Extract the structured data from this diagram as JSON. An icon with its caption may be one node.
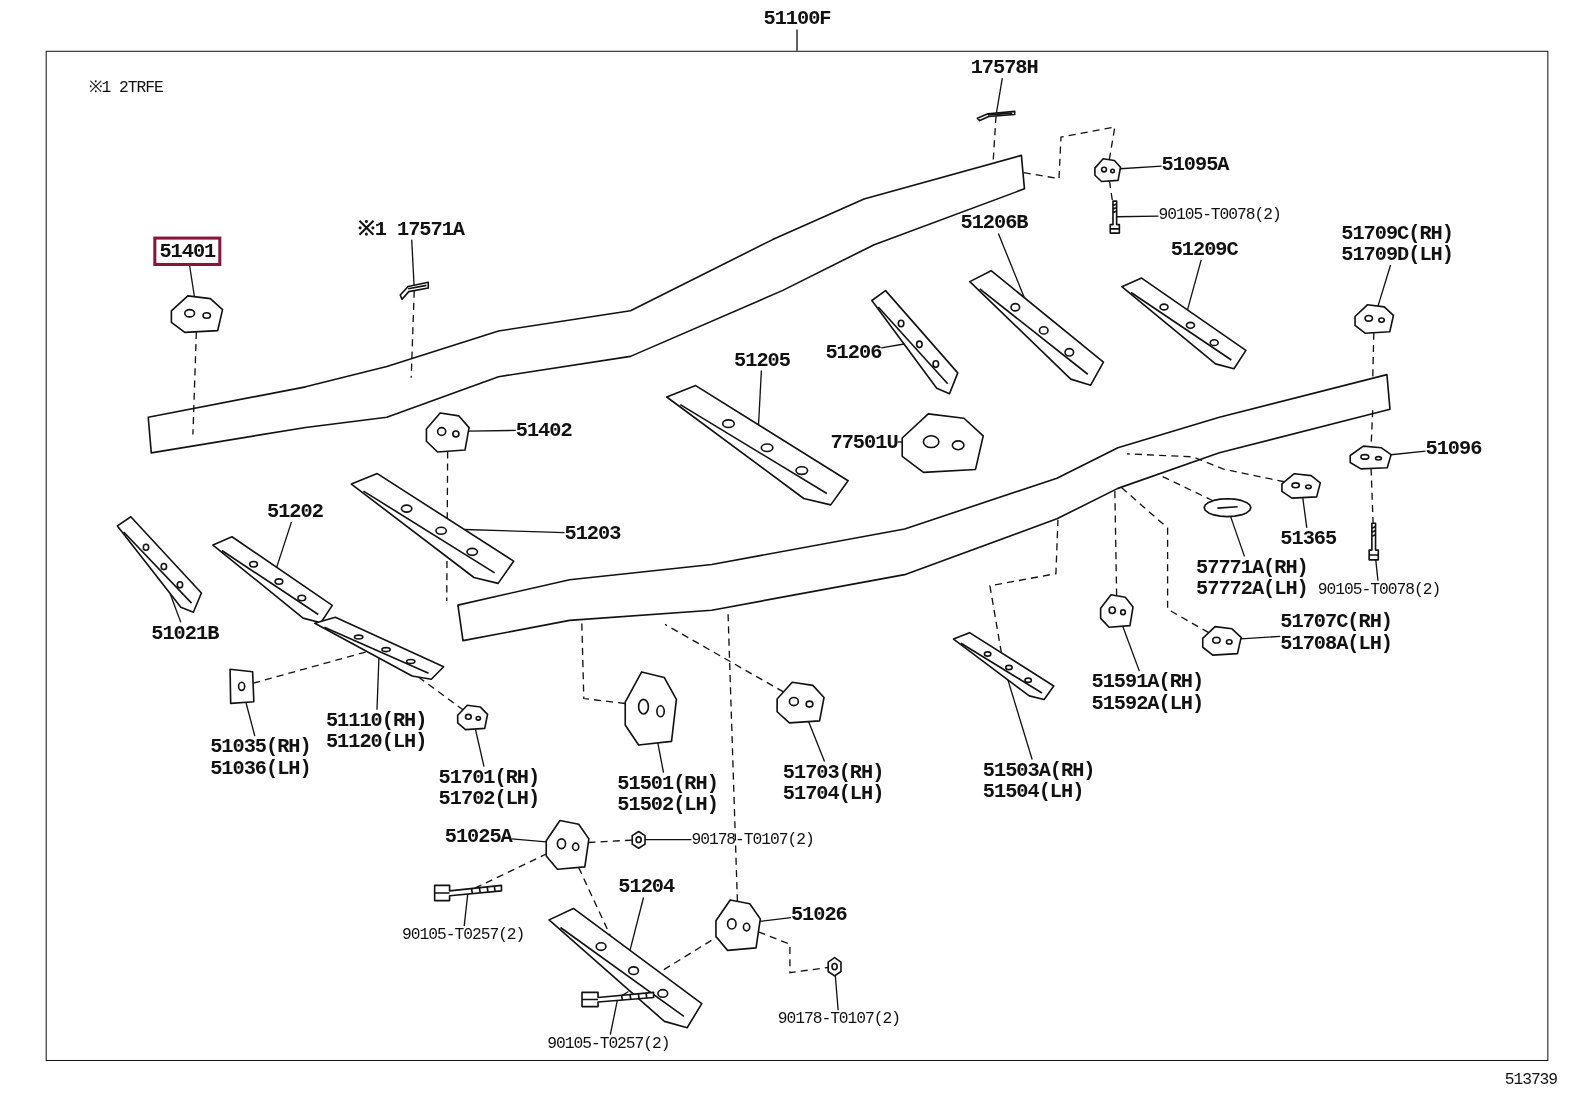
{
  "diagram": {
    "nodes": [
      {
        "text": [
          "51100F"
        ]
      },
      {
        "text": [],
        "shape": "box"
      },
      {
        "text": [
          "17578H"
        ],
        "in": 1
      },
      {
        "text": [],
        "shape": "picture",
        "in": 1
      },
      {
        "text": [
          "51095A"
        ],
        "in": 1
      },
      {
        "text": [],
        "shape": "picture",
        "in": 1
      },
      {
        "text": [
          "90105-T0078(2)"
        ],
        "in": 1
      },
      {
        "text": [],
        "shape": "picture",
        "in": 1
      },
      {
        "text": [
          "51206B"
        ],
        "in": 1
      },
      {
        "text": [],
        "shape": "picture",
        "in": 1
      },
      {
        "text": [
          "51209C"
        ],
        "in": 1
      },
      {
        "text": [],
        "shape": "picture",
        "in": 1
      },
      {
        "text": [
          "51709C(RH) 51709D(LH)"
        ],
        "in": 1
      },
      {
        "text": [],
        "shape": "picture",
        "in": 1
      },
      {
        "text": [
          "※1 17571A"
        ],
        "in": 1
      },
      {
        "text": [],
        "shape": "picture",
        "in": 1
      },
      {
        "text": [
          "51401"
        ],
        "in": 1
      },
      {
        "text": [],
        "shape": "picture",
        "in": 1
      },
      {
        "text": [
          "51205"
        ],
        "in": 1
      },
      {
        "text": [],
        "shape": "picture",
        "in": 1
      },
      {
        "text": [
          "51206"
        ],
        "in": 1
      },
      {
        "text": [],
        "shape": "picture",
        "in": 1
      },
      {
        "text": [
          "77501U"
        ],
        "in": 1
      },
      {
        "text": [],
        "shape": "picture",
        "in": 1
      },
      {
        "text": [
          "51402"
        ],
        "in": 1
      },
      {
        "text": [],
        "shape": "picture",
        "in": 1
      },
      {
        "text": [
          "51096"
        ],
        "in": 1
      },
      {
        "text": [],
        "shape": "picture",
        "in": 1
      },
      {
        "text": [
          "51202"
        ],
        "in": 1
      },
      {
        "text": [],
        "shape": "picture",
        "in": 1
      },
      {
        "text": [
          "51203"
        ],
        "in": 1
      },
      {
        "text": [],
        "shape": "picture",
        "in": 1
      },
      {
        "text": [
          "51021B"
        ],
        "in": 1
      },
      {
        "text": [],
        "shape": "picture",
        "in": 1
      },
      {
        "text": [
          "51365"
        ],
        "in": 1
      },
      {
        "text": [],
        "shape": "picture",
        "in": 1
      },
      {
        "text": [
          "57771A(RH) 57772A(LH)"
        ],
        "in": 1
      },
      {
        "text": [],
        "shape": "picture",
        "in": 1
      },
      {
        "text": [
          "90105-T0078(2)"
        ],
        "in": 1
      },
      {
        "text": [],
        "shape": "picture",
        "in": 1
      },
      {
        "text": [
          "51707C(RH) 51708A(LH)"
        ],
        "in": 1
      },
      {
        "text": [],
        "shape": "picture",
        "in": 1
      },
      {
        "text": [
          "51591A(RH) 51592A(LH)"
        ],
        "in": 1
      },
      {
        "text": [],
        "shape": "picture",
        "in": 1
      },
      {
        "text": [
          "51035(RH) 51036(LH)"
        ],
        "in": 1
      },
      {
        "text": [],
        "shape": "picture",
        "in": 1
      },
      {
        "text": [
          "51110(RH) 51120(LH)"
        ],
        "in": 1
      },
      {
        "text": [],
        "shape": "picture",
        "in": 1
      },
      {
        "text": [
          "51701(RH) 51702(LH)"
        ],
        "in": 1
      },
      {
        "text": [],
        "shape": "picture",
        "in": 1
      },
      {
        "text": [
          "51501(RH) 51502(LH)"
        ],
        "in": 1
      },
      {
        "text": [],
        "shape": "picture",
        "in": 1
      },
      {
        "text": [
          "51703(RH) 51704(LH)"
        ],
        "in": 1
      },
      {
        "text": [],
        "shape": "picture",
        "in": 1
      },
      {
        "text": [
          "51503A(RH) 51504(LH)"
        ],
        "in": 1
      },
      {
        "text": [],
        "shape": "picture",
        "in": 1
      },
      {
        "text": [
          "51025A"
        ],
        "in": 1
      },
      {
        "text": [],
        "shape": "picture",
        "in": 1
      },
      {
        "text": [
          "90178-T0107(2)"
        ],
        "in": 1
      },
      {
        "text": [],
        "shape": "picture",
        "in": 1
      },
      {
        "text": [
          "51204"
        ],
        "in": 1
      },
      {
        "text": [],
        "shape": "picture",
        "in": 1
      },
      {
        "text": [
          "51026"
        ],
        "in": 1
      },
      {
        "text": [],
        "shape": "picture",
        "in": 1
      },
      {
        "text": [
          "90105-T0257(2)"
        ],
        "in": 1
      },
      {
        "text": [],
        "shape": "picture",
        "in": 1
      },
      {
        "text": [
          "90178-T0107(2)"
        ],
        "in": 1
      },
      {
        "text": [],
        "shape": "picture",
        "in": 1
      },
      {
        "text": [
          "90105-T0257(2)"
        ],
        "in": 1
      },
      {
        "text": [],
        "shape": "picture",
        "in": 1
      }
    ],
    "edges": [
      {
        "from": 0,
        "to": 1,
        "arrow": "none"
      },
      {
        "from": 2,
        "to": 3,
        "arrow": "none"
      },
      {
        "from": 4,
        "to": 5,
        "arrow": "none"
      },
      {
        "from": 6,
        "to": 7,
        "arrow": "none"
      },
      {
        "from": 8,
        "to": 9,
        "arrow": "none"
      },
      {
        "from": 10,
        "to": 11,
        "arrow": "none"
      },
      {
        "from": 12,
        "to": 13,
        "arrow": "none"
      },
      {
        "from": 14,
        "to": 15,
        "arrow": "none"
      },
      {
        "from": 16,
        "to": 17,
        "arrow": "none"
      },
      {
        "from": 18,
        "to": 19,
        "arrow": "none"
      },
      {
        "from": 20,
        "to": 21,
        "arrow": "none"
      },
      {
        "from": 22,
        "to": 23,
        "arrow": "none"
      },
      {
        "from": 24,
        "to": 25,
        "arrow": "none"
      },
      {
        "from": 26,
        "to": 27,
        "arrow": "none"
      },
      {
        "from": 28,
        "to": 29,
        "arrow": "none"
      },
      {
        "from": 30,
        "to": 31,
        "arrow": "none"
      },
      {
        "from": 32,
        "to": 33,
        "arrow": "none"
      },
      {
        "from": 34,
        "to": 35,
        "arrow": "none"
      },
      {
        "from": 36,
        "to": 37,
        "arrow": "none"
      },
      {
        "from": 38,
        "to": 39,
        "arrow": "none"
      },
      {
        "from": 40,
        "to": 41,
        "arrow": "none"
      },
      {
        "from": 42,
        "to": 43,
        "arrow": "none"
      },
      {
        "from": 44,
        "to": 45,
        "arrow": "none"
      },
      {
        "from": 46,
        "to": 47,
        "arrow": "none"
      },
      {
        "from": 48,
        "to": 49,
        "arrow": "none"
      },
      {
        "from": 50,
        "to": 51,
        "arrow": "none"
      },
      {
        "from": 52,
        "to": 53,
        "arrow": "none"
      },
      {
        "from": 54,
        "to": 55,
        "arrow": "none"
      },
      {
        "from": 56,
        "to": 57,
        "arrow": "none"
      },
      {
        "from": 58,
        "to": 59,
        "arrow": "none"
      },
      {
        "from": 60,
        "to": 61,
        "arrow": "none"
      },
      {
        "from": 62,
        "to": 63,
        "arrow": "none"
      },
      {
        "from": 64,
        "to": 65,
        "arrow": "none"
      },
      {
        "from": 66,
        "to": 67,
        "arrow": "none"
      },
      {
        "from": 68,
        "to": 69,
        "arrow": "none"
      },
      {
        "from": 3,
        "to": null,
        "arrow": "none",
        "style": "dashed"
      },
      {
        "from": 5,
        "to": null,
        "arrow": "none",
        "style": "dashed"
      },
      {
        "from": 5,
        "to": 7,
        "arrow": "none",
        "style": "dashed"
      },
      {
        "from": 15,
        "to": null,
        "arrow": "none",
        "style": "dashed"
      },
      {
        "from": 17,
        "to": null,
        "arrow": "none",
        "style": "dashed"
      },
      {
        "from": 25,
        "to": null,
        "arrow": "none",
        "style": "dashed"
      },
      {
        "from": 13,
        "to": null,
        "arrow": "none",
        "style": "dashed"
      },
      {
        "from": null,
        "to": 27,
        "arrow": "none",
        "style": "dashed"
      },
      {
        "from": 27,
        "to": 39,
        "arrow": "none",
        "style": "dashed"
      },
      {
        "from": 35,
        "to": null,
        "arrow": "none",
        "style": "dashed"
      },
      {
        "from": 37,
        "to": null,
        "arrow": "none",
        "style": "dashed"
      },
      {
        "from": 41,
        "to": null,
        "arrow": "none",
        "style": "dashed"
      },
      {
        "from": 43,
        "to": null,
        "arrow": "none",
        "style": "dashed"
      },
      {
        "from": 55,
        "to": null,
        "arrow": "none",
        "style": "dashed"
      },
      {
        "from": 51,
        "to": null,
        "arrow": "none",
        "style": "dashed"
      },
      {
        "from": 53,
        "to": null,
        "arrow": "none",
        "style": "dashed"
      },
      {
        "from": 63,
        "to": null,
        "arrow": "none",
        "style": "dashed"
      },
      {
        "from": 45,
        "to": 47,
        "arrow": "none",
        "style": "dashed"
      },
      {
        "from": 47,
        "to": 49,
        "arrow": "none",
        "style": "dashed"
      },
      {
        "from": 57,
        "to": 59,
        "arrow": "none",
        "style": "dashed"
      },
      {
        "from": 65,
        "to": 57,
        "arrow": "none",
        "style": "dashed"
      },
      {
        "from": 57,
        "to": 61,
        "arrow": "none",
        "style": "dashed"
      },
      {
        "from": 69,
        "to": 63,
        "arrow": "none",
        "style": "dashed"
      },
      {
        "from": 63,
        "to": 67,
        "arrow": "none",
        "style": "dashed"
      }
    ],
    "labels": [
      "※1 2TRFE",
      "513739"
    ]
  }
}
